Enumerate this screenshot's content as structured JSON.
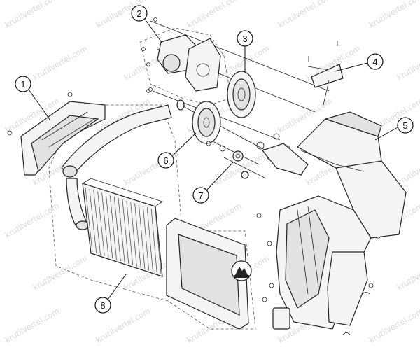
{
  "watermark": "krutilvertel.com",
  "callouts": [
    {
      "num": "1"
    },
    {
      "num": "2"
    },
    {
      "num": "3"
    },
    {
      "num": "4"
    },
    {
      "num": "5"
    },
    {
      "num": "6"
    },
    {
      "num": "7"
    },
    {
      "num": "8"
    }
  ],
  "logo_icon": "mountain-logo-icon"
}
